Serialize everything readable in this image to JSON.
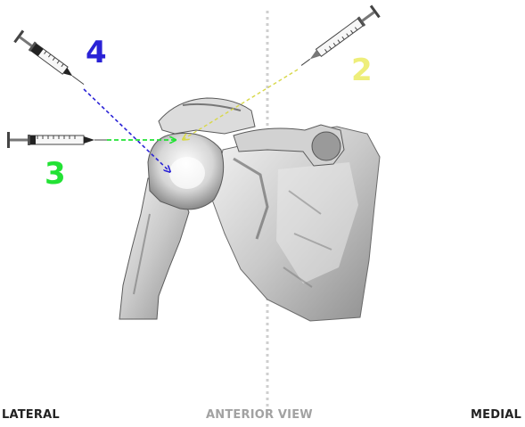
{
  "labels": {
    "lateral": "LATERAL",
    "anterior_view": "ANTERIOR VIEW",
    "medial": "MEDIAL"
  },
  "injections": [
    {
      "number": "4",
      "color": "#2a22d6"
    },
    {
      "number": "3",
      "color": "#22e234"
    },
    {
      "number": "2",
      "color": "#eeee7a"
    }
  ]
}
